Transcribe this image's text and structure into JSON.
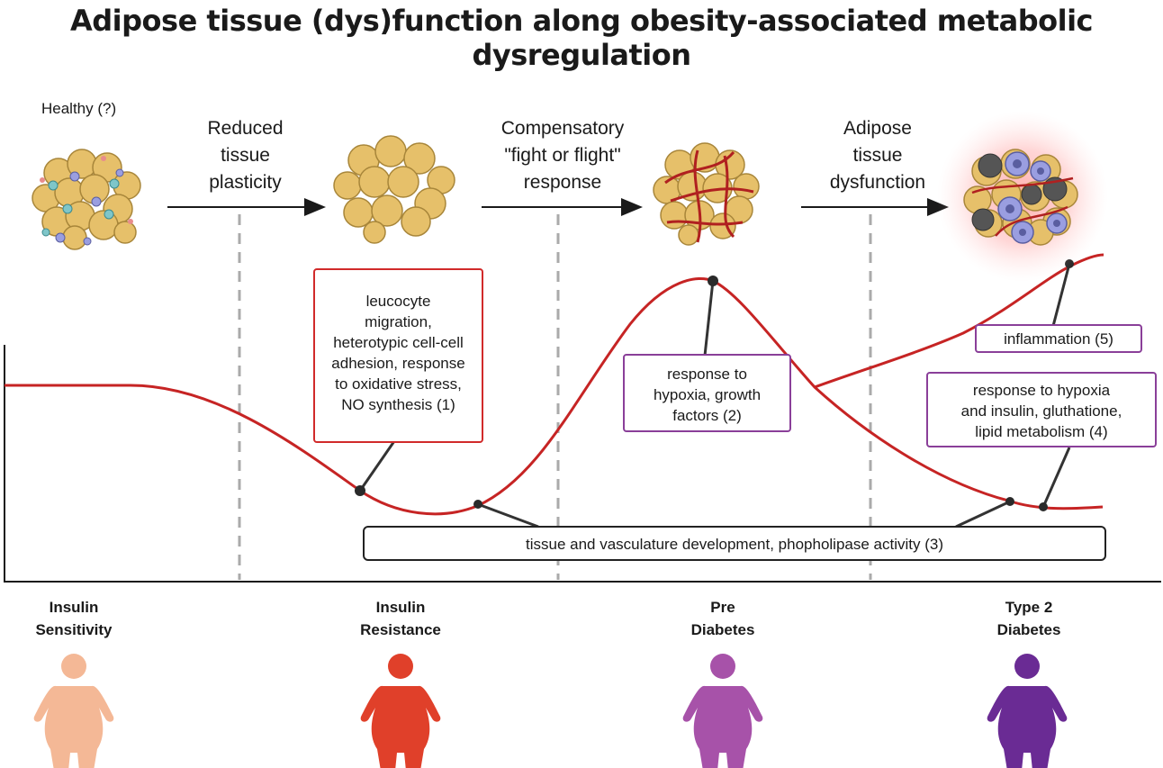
{
  "title": {
    "line1": "Adipose tissue (dys)function along obesity-associated metabolic",
    "line2": "dysregulation"
  },
  "healthy_label": "Healthy (?)",
  "transitions": [
    {
      "line1": "Reduced",
      "line2": "tissue",
      "line3": "plasticity"
    },
    {
      "line1": "Compensatory",
      "line2": "\"fight or flight\"",
      "line3": "response"
    },
    {
      "line1": "Adipose",
      "line2": "tissue",
      "line3": "dysfunction"
    }
  ],
  "annotations": {
    "box1": {
      "lines": [
        "leucocyte",
        "migration,",
        "heterotypic cell-cell",
        "adhesion, response",
        "to oxidative stress,",
        "NO synthesis (1)"
      ]
    },
    "box2": {
      "lines": [
        "response to",
        "hypoxia, growth",
        "factors (2)"
      ]
    },
    "box3": {
      "text": "tissue and vasculature development, phopholipase activity (3)"
    },
    "box4": {
      "lines": [
        "response to hypoxia",
        "and insulin, gluthatione,",
        "lipid metabolism (4)"
      ]
    },
    "box5": {
      "text": "inflammation (5)"
    }
  },
  "stages": [
    {
      "line1": "Insulin",
      "line2": "Sensitivity",
      "color": "#f4b896"
    },
    {
      "line1": "Insulin",
      "line2": "Resistance",
      "color": "#e0402a"
    },
    {
      "line1": "Pre",
      "line2": "Diabetes",
      "color": "#a752a9"
    },
    {
      "line1": "Type 2",
      "line2": "Diabetes",
      "color": "#6a2b94"
    }
  ],
  "colors": {
    "curve": "#c62424",
    "fat_cell": "#e6c06a",
    "vessel": "#b02020",
    "immune_cell": "#9a9ee0",
    "dead_cell": "#555555"
  }
}
